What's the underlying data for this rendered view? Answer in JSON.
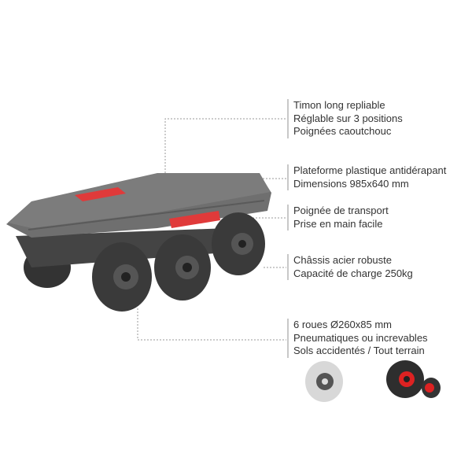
{
  "features": [
    {
      "lines": [
        "Timon long repliable",
        "Réglable sur 3 positions",
        "Poignées caoutchouc"
      ]
    },
    {
      "lines": [
        "Plateforme plastique antidérapant",
        "Dimensions 985x640 mm"
      ]
    },
    {
      "lines": [
        "Poignée de transport",
        "Prise en main facile"
      ]
    },
    {
      "lines": [
        "Châssis acier robuste",
        "Capacité de charge 250kg"
      ]
    },
    {
      "lines": [
        "6 roues Ø260x85 mm",
        "Pneumatiques ou increvables",
        "Sols accidentés / Tout terrain"
      ]
    }
  ],
  "colors": {
    "platform": "#6f6f6f",
    "handle": "#e03a3a",
    "tyre": "#3a3a3a",
    "text": "#333333"
  }
}
